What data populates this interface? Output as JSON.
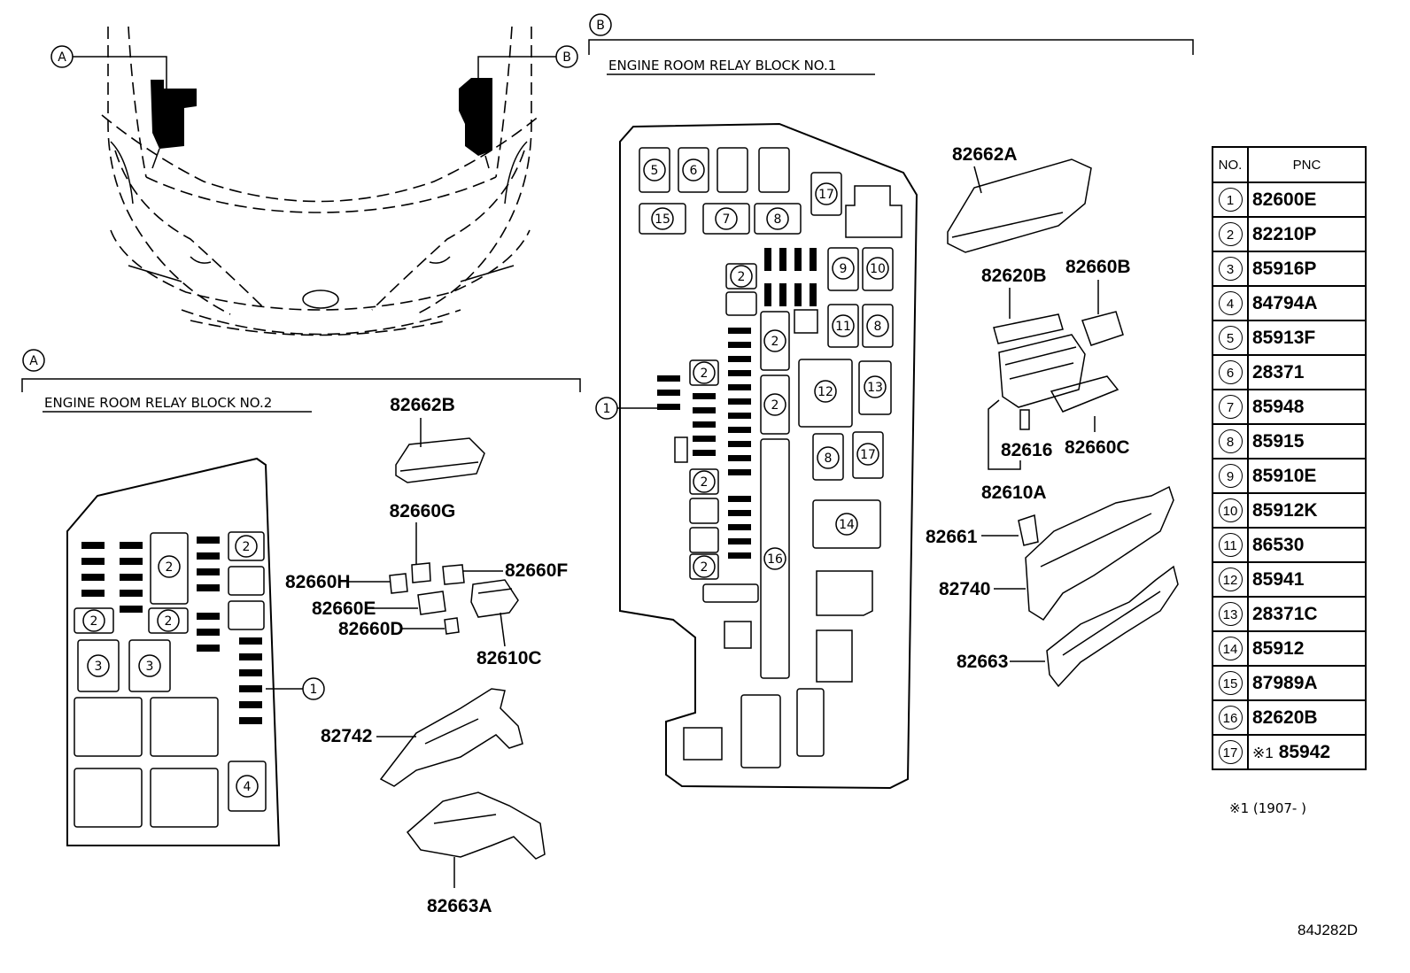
{
  "callouts": {
    "a": "A",
    "b": "B"
  },
  "blocks": {
    "no2_title": "ENGINE ROOM RELAY BLOCK NO.2",
    "no1_title": "ENGINE ROOM RELAY BLOCK NO.1"
  },
  "part_labels": {
    "p82662B": "82662B",
    "p82660G": "82660G",
    "p82660H": "82660H",
    "p82660F": "82660F",
    "p82660E": "82660E",
    "p82660D": "82660D",
    "p82610C": "82610C",
    "p82742": "82742",
    "p82663A": "82663A",
    "p82662A": "82662A",
    "p82620B": "82620B",
    "p82660B": "82660B",
    "p82616": "82616",
    "p82660C": "82660C",
    "p82610A": "82610A",
    "p82661": "82661",
    "p82740": "82740",
    "p82663": "82663"
  },
  "cell_numbers": [
    "1",
    "2",
    "3",
    "4",
    "5",
    "6",
    "7",
    "8",
    "9",
    "10",
    "11",
    "12",
    "13",
    "14",
    "15",
    "16",
    "17"
  ],
  "table": {
    "header_no": "NO.",
    "header_pnc": "PNC",
    "rows": [
      {
        "no": "1",
        "pnc": "82600E"
      },
      {
        "no": "2",
        "pnc": "82210P"
      },
      {
        "no": "3",
        "pnc": "85916P"
      },
      {
        "no": "4",
        "pnc": "84794A"
      },
      {
        "no": "5",
        "pnc": "85913F"
      },
      {
        "no": "6",
        "pnc": "28371"
      },
      {
        "no": "7",
        "pnc": "85948"
      },
      {
        "no": "8",
        "pnc": "85915"
      },
      {
        "no": "9",
        "pnc": "85910E"
      },
      {
        "no": "10",
        "pnc": "85912K"
      },
      {
        "no": "11",
        "pnc": "86530"
      },
      {
        "no": "12",
        "pnc": "85941"
      },
      {
        "no": "13",
        "pnc": "28371C"
      },
      {
        "no": "14",
        "pnc": "85912"
      },
      {
        "no": "15",
        "pnc": "87989A"
      },
      {
        "no": "16",
        "pnc": "82620B"
      },
      {
        "no": "17",
        "pnc": "85942",
        "note": "※1"
      }
    ]
  },
  "footnote": "※1 (1907-      )",
  "diagram_code": "84J282D"
}
